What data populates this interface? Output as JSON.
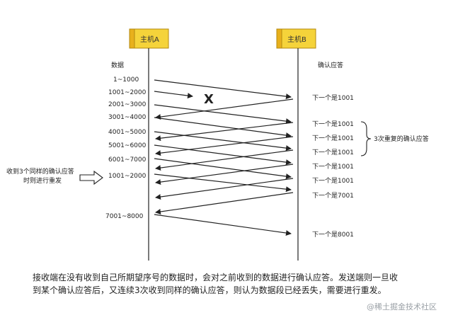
{
  "host_a": "主机A",
  "host_b": "主机B",
  "col_data": "数据",
  "col_ack": "确认应答",
  "segments": [
    "1~1000",
    "1001~2000",
    "2001~3000",
    "3001~4000",
    "4001~5000",
    "5001~6000",
    "6001~7000",
    "1001~2000",
    "7001~8000"
  ],
  "acks": [
    "下一个是1001",
    "下一个是1001",
    "下一个是1001",
    "下一个是1001",
    "下一个是1001",
    "下一个是1001",
    "下一个是7001",
    "下一个是8001"
  ],
  "lost_mark": "X",
  "dup_note": "3次重复的确认应答",
  "sender_note_line1": "收到3个同样的确认应答",
  "sender_note_line2": "时则进行重发",
  "caption_line1": "接收端在没有收到自己所期望序号的数据时，会对之前收到的数据进行确认应答。发送端则一旦收",
  "caption_line2": "到某个确认应答后，又连续3次收到同样的确认应答，则认为数据段已经丢失，需要进行重发。",
  "watermark": "@稀土掘金技术社区"
}
